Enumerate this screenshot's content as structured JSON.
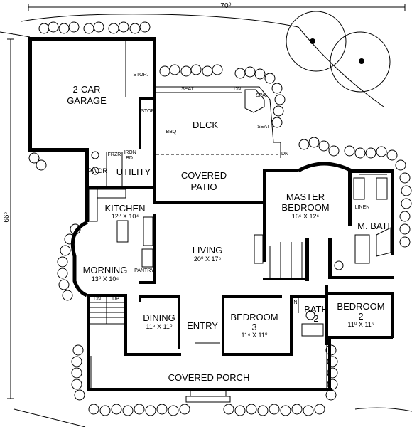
{
  "dimensions": {
    "width": "70⁰",
    "depth": "66⁶"
  },
  "rooms": {
    "garage_l1": "2-CAR",
    "garage_l2": "GARAGE",
    "stor1": "STOR.",
    "stor2": "STOR",
    "bbq": "BBQ",
    "seat1": "SEAT",
    "seat2": "SEAT",
    "dn1": "DN",
    "dn2": "DN",
    "spa": "SPA",
    "deck": "DECK",
    "frzr": "FRZR",
    "ironbd_l1": "IRON",
    "ironbd_l2": "BD.",
    "pwdr": "PWDR",
    "utility": "UTILITY",
    "covered_patio_l1": "COVERED",
    "covered_patio_l2": "PATIO",
    "kitchen": "KITCHEN",
    "kitchen_dim": "12⁰ X 10⁴",
    "pantry": "PANTRY",
    "morning": "MORNING",
    "morning_dim": "13⁰ X 10⁴",
    "living": "LIVING",
    "living_dim": "20⁰ X 17⁶",
    "master_l1": "MASTER",
    "master_l2": "BEDROOM",
    "master_dim": "16⁶ X 12⁶",
    "linen": "LINEN",
    "mbath": "M. BATH",
    "dn3": "DN",
    "up": "UP",
    "dining": "DINING",
    "dining_dim": "11⁸ X 11⁰",
    "entry": "ENTRY",
    "bed3_l1": "BEDROOM",
    "bed3_l2": "3",
    "bed3_dim": "11⁶ X 11⁰",
    "lin": "LIN.",
    "bath_l1": "BATH",
    "bath_l2": "2",
    "bed2_l1": "BEDROOM",
    "bed2_l2": "2",
    "bed2_dim": "11⁰ X 11⁶",
    "porch": "COVERED PORCH"
  }
}
